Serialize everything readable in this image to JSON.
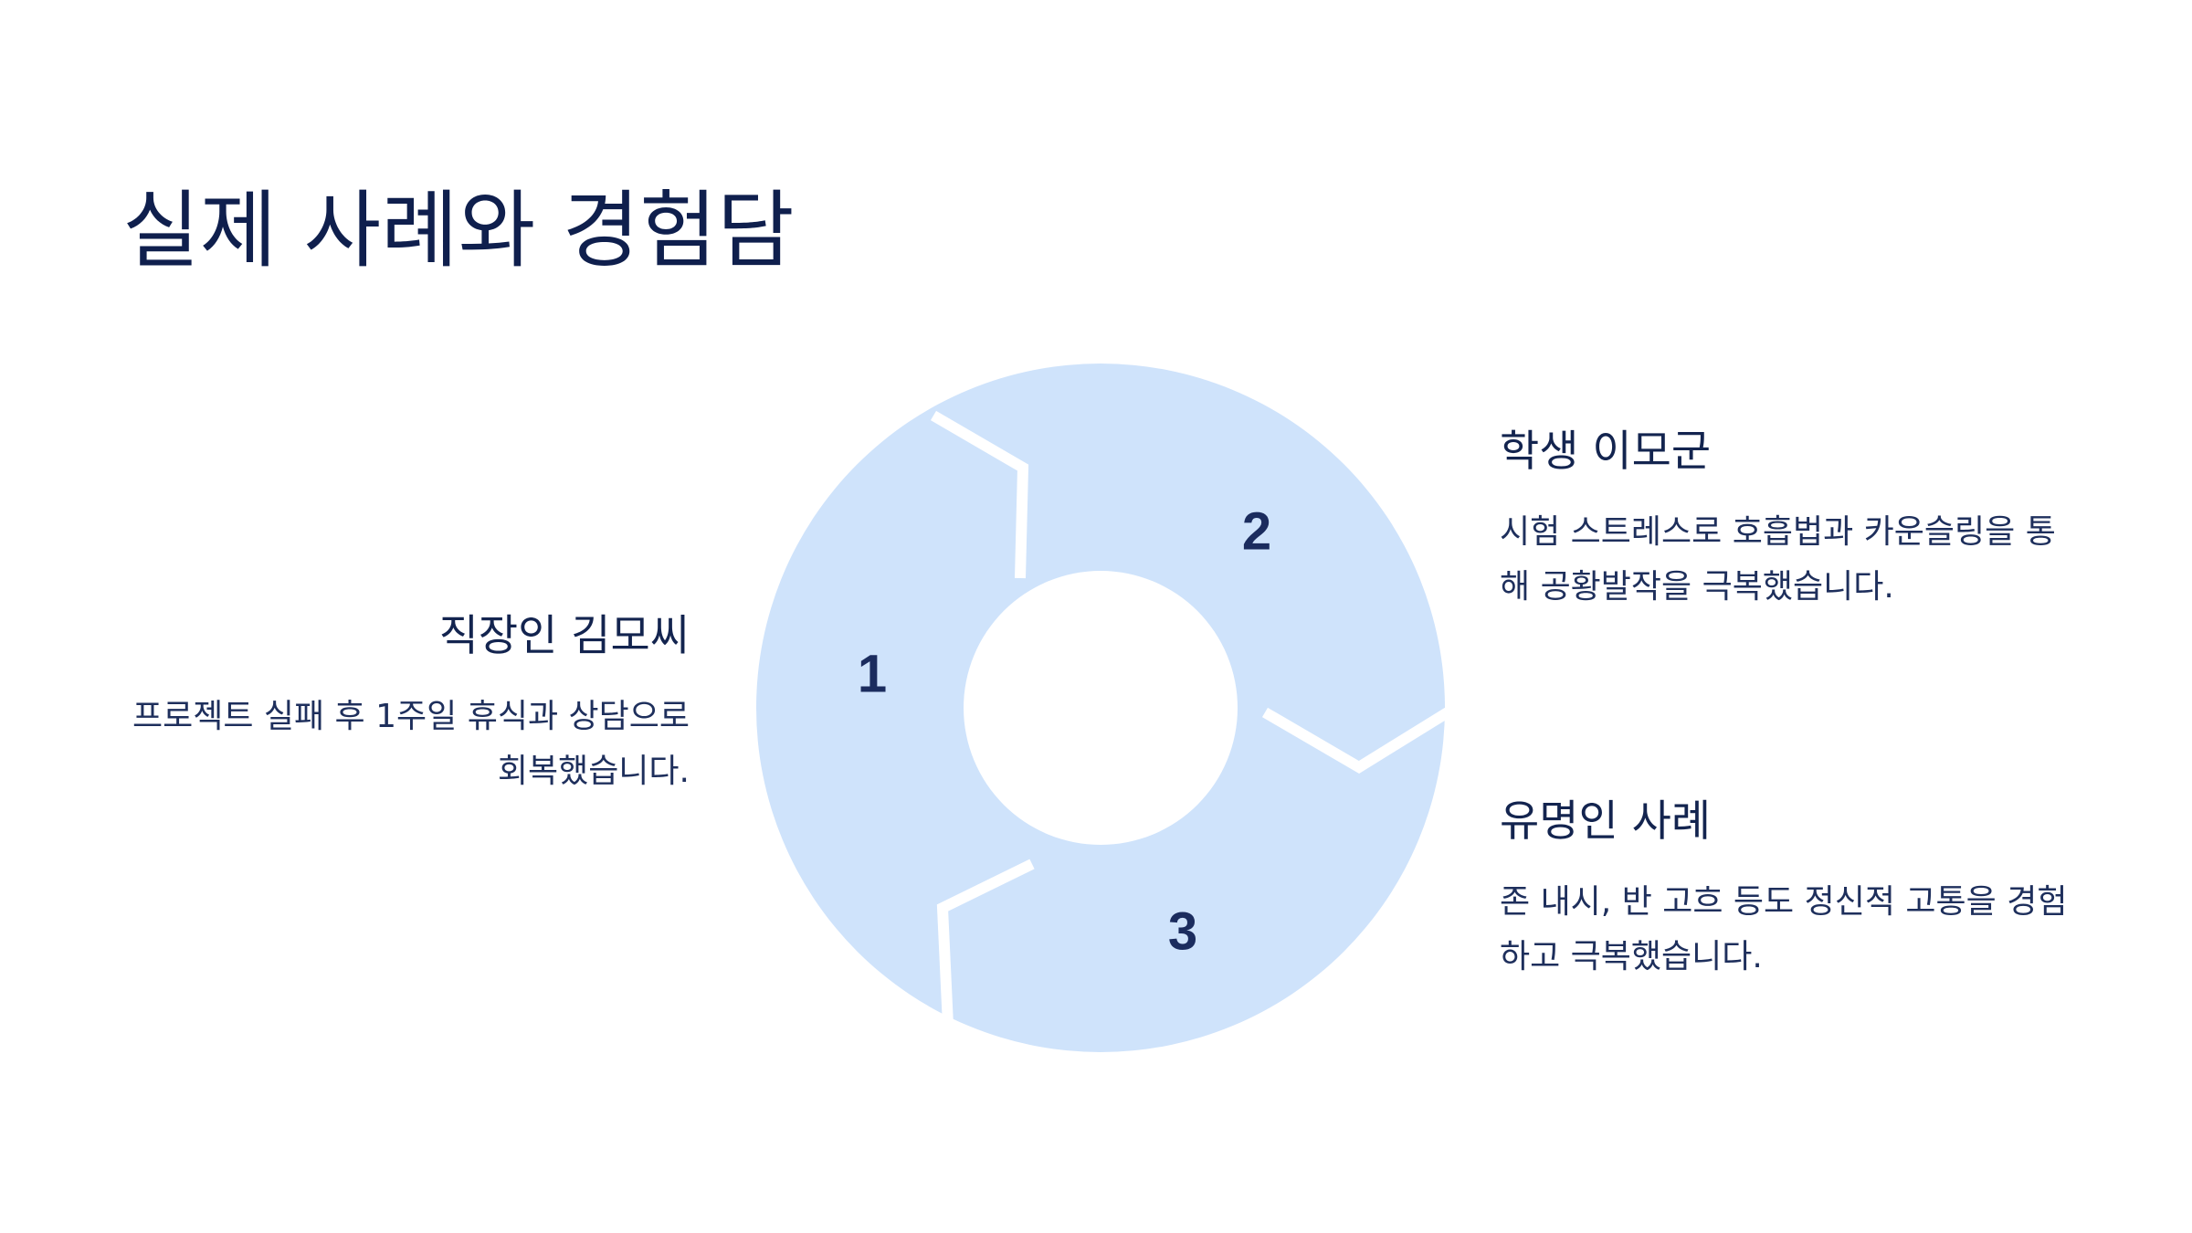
{
  "slide": {
    "title": "실제 사례와 경험담"
  },
  "diagram": {
    "fill_color": "#cfe3fb",
    "divider_color": "#ffffff",
    "number_color": "#1b2c5e",
    "segments": [
      {
        "number": "1"
      },
      {
        "number": "2"
      },
      {
        "number": "3"
      }
    ]
  },
  "cases": [
    {
      "title": "직장인 김모씨",
      "description_lines": [
        "프로젝트 실패 후 1주일 휴식과 상담으로",
        "회복했습니다."
      ]
    },
    {
      "title": "학생 이모군",
      "description_lines": [
        "시험 스트레스로 호흡법과 카운슬링을 통",
        "해 공황발작을 극복했습니다."
      ]
    },
    {
      "title": "유명인 사례",
      "description_lines": [
        "존 내시, 반 고흐 등도 정신적 고통을 경험",
        "하고 극복했습니다."
      ]
    }
  ]
}
